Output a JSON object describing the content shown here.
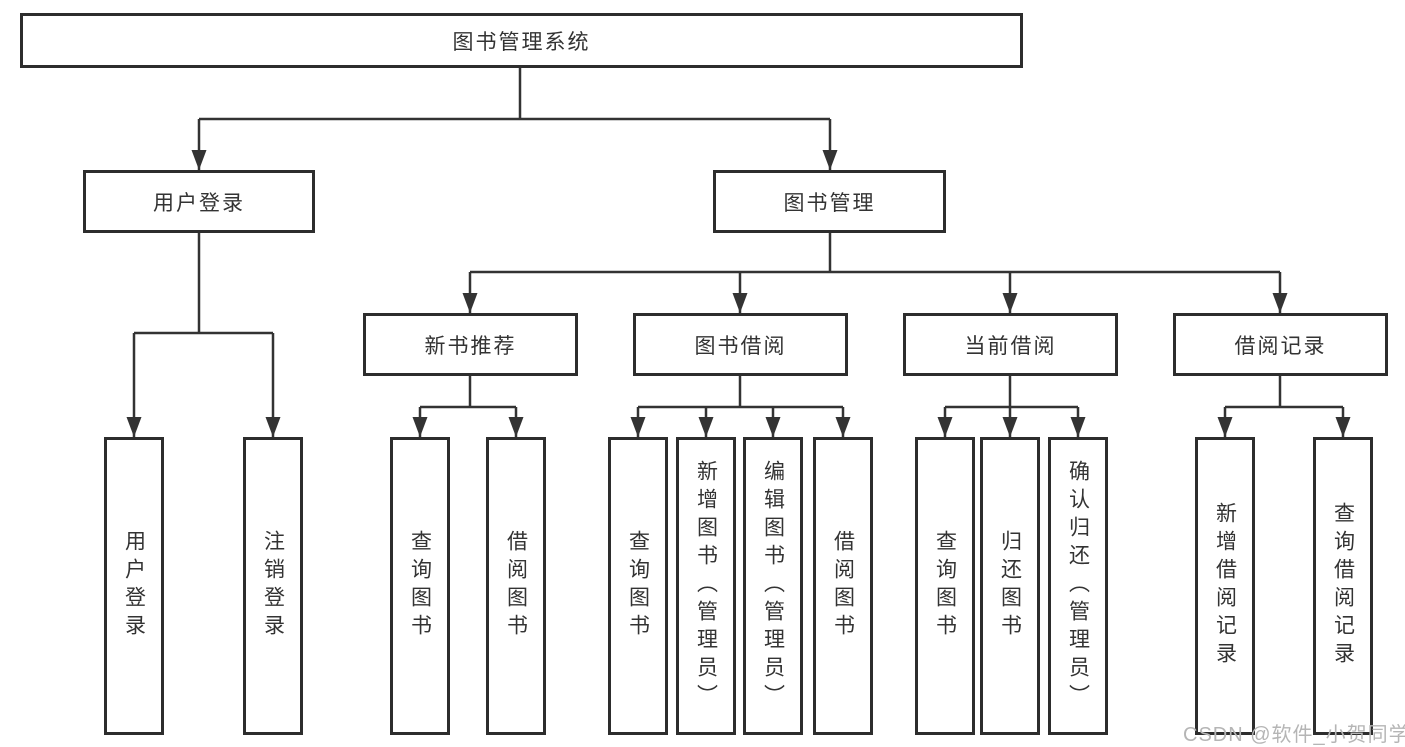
{
  "diagram_title": "图书管理系统",
  "tree": {
    "root": "图书管理系统",
    "children": [
      {
        "label": "用户登录",
        "children": [
          "用户登录",
          "注销登录"
        ]
      },
      {
        "label": "图书管理",
        "children": [
          {
            "label": "新书推荐",
            "children": [
              "查询图书",
              "借阅图书"
            ]
          },
          {
            "label": "图书借阅",
            "children": [
              "查询图书",
              "新增图书（管理员）",
              "编辑图书（管理员）",
              "借阅图书"
            ]
          },
          {
            "label": "当前借阅",
            "children": [
              "查询图书",
              "归还图书",
              "确认归还（管理员）"
            ]
          },
          {
            "label": "借阅记录",
            "children": [
              "新增借阅记录",
              "查询借阅记录"
            ]
          }
        ]
      }
    ]
  },
  "watermark": {
    "text": "CSDN @软件_小贺同学",
    "color": "#b5b5b5"
  },
  "colors": {
    "line": "#333333",
    "box_border": "#2d2d2d",
    "text": "#333333",
    "background": "#ffffff"
  }
}
